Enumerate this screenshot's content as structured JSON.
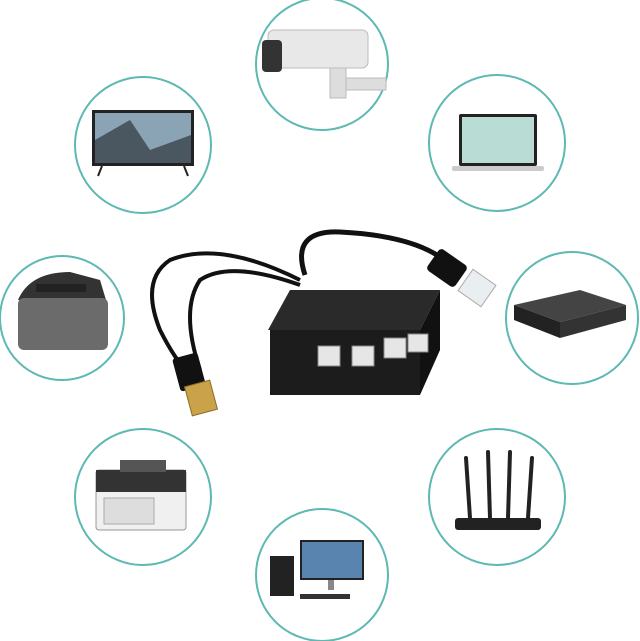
{
  "colors": {
    "background": "#ffffff",
    "circle_outline": "#5db9b1",
    "adapter_body": "#1c1c1c",
    "connector_gold": "#c9a24a"
  },
  "devices": [
    {
      "name": "security-camera",
      "icon": "camera-icon"
    },
    {
      "name": "television",
      "icon": "tv-icon"
    },
    {
      "name": "laptop",
      "icon": "laptop-icon"
    },
    {
      "name": "label-printer",
      "icon": "printer-icon"
    },
    {
      "name": "mini-pc",
      "icon": "mini-pc-icon"
    },
    {
      "name": "office-printer",
      "icon": "copier-icon"
    },
    {
      "name": "wifi-router",
      "icon": "router-icon"
    },
    {
      "name": "desktop-computer",
      "icon": "desktop-icon"
    }
  ],
  "center_product": {
    "ports": 4
  }
}
